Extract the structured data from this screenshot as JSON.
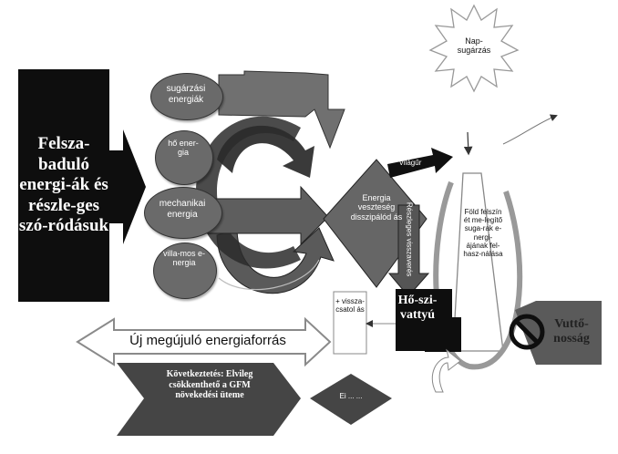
{
  "title_box": {
    "text": "Felsza-baduló energi-ák és részle-ges szó-ródásuk"
  },
  "sources": [
    {
      "label": "sugárzási energiák"
    },
    {
      "label": "hő ener-gia"
    },
    {
      "label": "mechanikai energia"
    },
    {
      "label": "villa-mos e-nergia"
    }
  ],
  "sun": {
    "label": "Nap-sugárzás"
  },
  "space_arrow": {
    "label": "Világűr"
  },
  "dissipation": {
    "label": "Energia veszteség disszipálód ás"
  },
  "partial_reflection": {
    "label": "Részleges visszaverés"
  },
  "earth_column": {
    "label": "Föld felszín ét me-legítő suga-rak e-nergi-ájának fel-hasz-nálása"
  },
  "heat_pump": {
    "label": "Hő-szi-vattyú"
  },
  "feedback": {
    "label": "+ vissza-csatol ás"
  },
  "renewable": {
    "label": "Új megújuló energiaforrás"
  },
  "conclusion": {
    "label": "Következtetés: Elvileg csökkenthető a GFM növekedési üteme"
  },
  "small_diamond": {
    "label": "Ei ... ..."
  },
  "responsibility": {
    "label": "Vuttő-nosság"
  },
  "colors": {
    "dark": "#0e0e0e",
    "mid_gray": "#6a6a6a",
    "light": "#ffffff"
  }
}
